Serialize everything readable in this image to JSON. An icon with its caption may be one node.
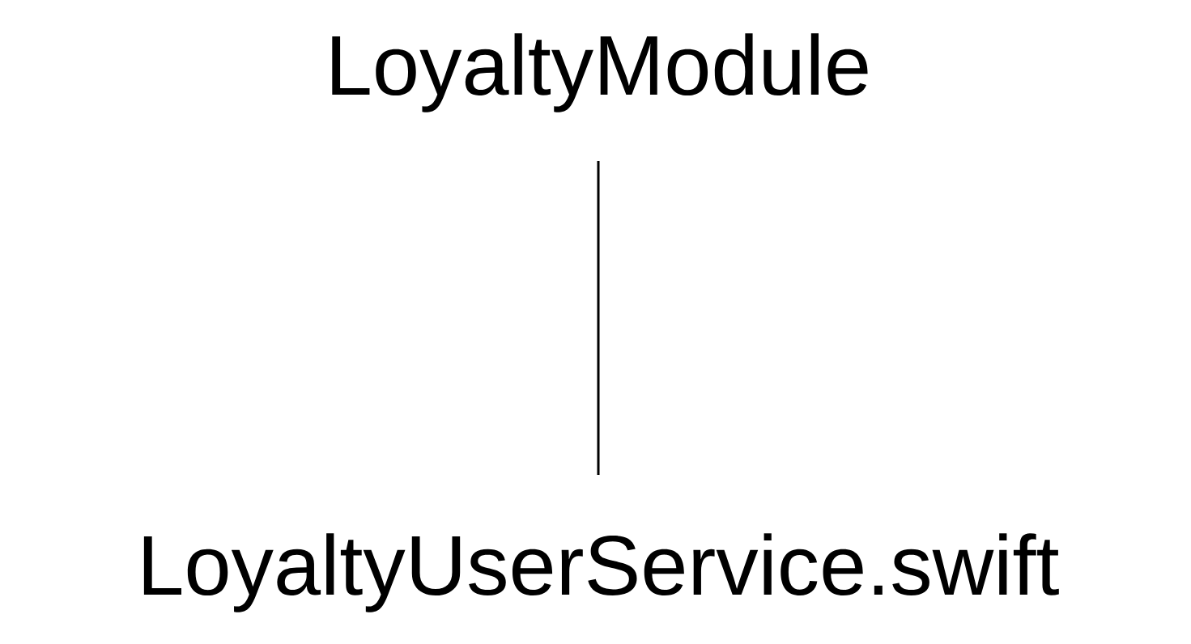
{
  "diagram": {
    "nodes": [
      {
        "text": [
          "LoyaltyModule"
        ]
      },
      {
        "text": [
          "LoyaltyUserService.swift"
        ]
      }
    ],
    "edges": [
      {
        "from": 0,
        "to": 1,
        "arrow": "none"
      }
    ]
  }
}
